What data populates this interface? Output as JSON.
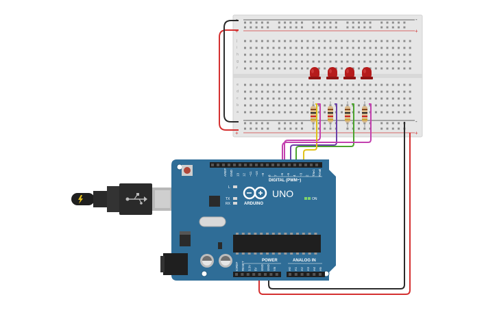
{
  "breadboard": {
    "rail_plus": "+",
    "rail_minus": "-",
    "row_labels_top": [
      "j",
      "i",
      "h",
      "g",
      "f"
    ],
    "row_labels_bottom": [
      "e",
      "d",
      "c",
      "b",
      "a"
    ]
  },
  "arduino": {
    "model": "UNO",
    "brand": "ARDUINO",
    "digital_header_label": "DIGITAL (PWM~)",
    "analog_header_label": "ANALOG IN",
    "power_header_label": "POWER",
    "on_label": "ON",
    "led_labels": {
      "l": "L",
      "tx": "TX",
      "rx": "RX"
    },
    "digital_pins": [
      "AREF",
      "GND",
      "13",
      "12",
      "~11",
      "~10",
      "~9",
      "8",
      "7",
      "~6",
      "~5",
      "4",
      "~3",
      "2",
      "TX▸1",
      "RX◂0"
    ],
    "power_pins": [
      "IOREF",
      "RESET",
      "3.3V",
      "5V",
      "GND",
      "GND",
      "Vin"
    ],
    "analog_pins": [
      "A0",
      "A1",
      "A2",
      "A3",
      "A4",
      "A5"
    ]
  },
  "colors": {
    "board_blue": "#2f6d97",
    "breadboard": "#e8e8e8",
    "led_red": "#b51b1b",
    "wire_red": "#d42f2f",
    "wire_black": "#2a2a2a",
    "wire_magenta": "#c23fae",
    "wire_purple": "#6b3fa8",
    "wire_green": "#4aa32c",
    "wire_yellow": "#e0c21a"
  },
  "icons": [
    "usb-plug-icon",
    "lightning-icon",
    "arduino-logo-icon"
  ]
}
